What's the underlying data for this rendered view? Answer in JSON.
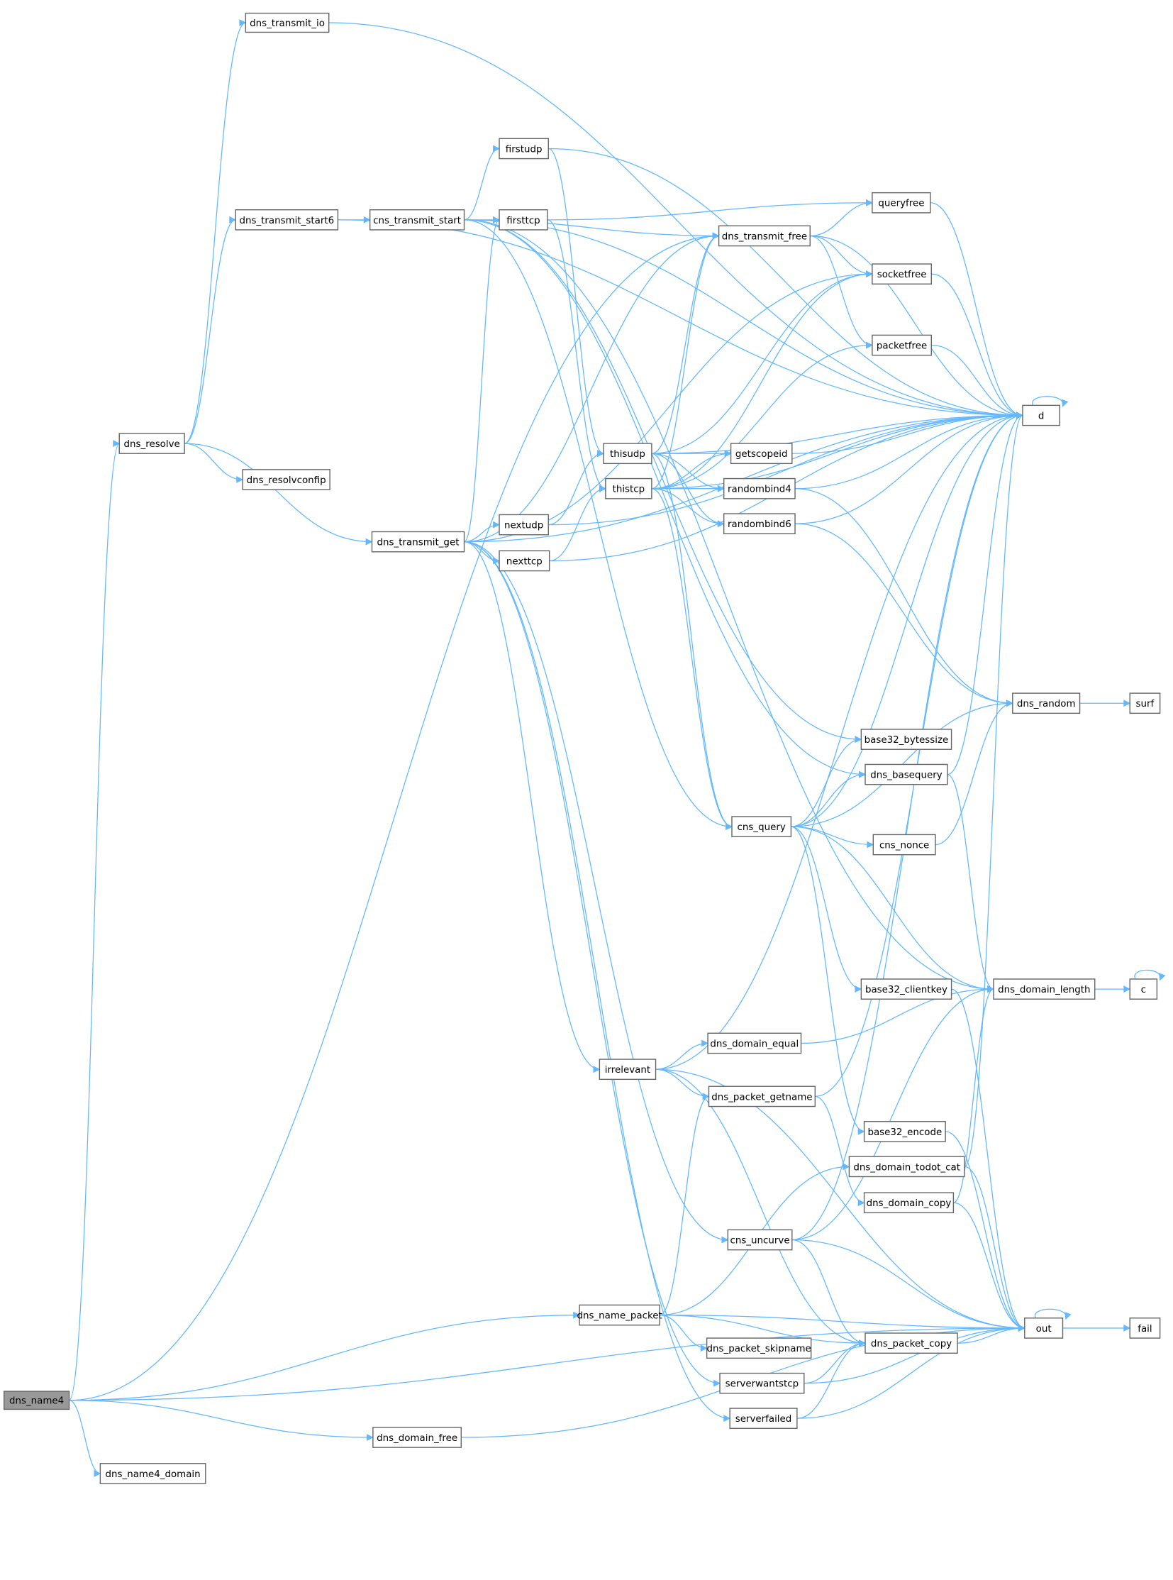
{
  "graph": {
    "title": "dns_name4 call graph",
    "root": "dns_name4",
    "colors": {
      "edge": "#63b8ff",
      "node_border": "#666666",
      "node_fill": "#ffffff",
      "root_fill": "#999999"
    },
    "nodes": [
      "dns_name4",
      "dns_resolve",
      "dns_transmit_io",
      "dns_transmit_start6",
      "cns_transmit_start",
      "firstudp",
      "firsttcp",
      "dns_transmit_free",
      "queryfree",
      "socketfree",
      "packetfree",
      "d",
      "dns_resolvconfip",
      "thisudp",
      "getscopeid",
      "thistcp",
      "randombind4",
      "randombind6",
      "dns_transmit_get",
      "nextudp",
      "nexttcp",
      "dns_random",
      "surf",
      "base32_bytessize",
      "dns_basequery",
      "cns_query",
      "cns_nonce",
      "base32_clientkey",
      "dns_domain_length",
      "c",
      "dns_domain_equal",
      "irrelevant",
      "dns_packet_getname",
      "base32_encode",
      "dns_domain_todot_cat",
      "dns_domain_copy",
      "cns_uncurve",
      "out",
      "fail",
      "dns_name_packet",
      "dns_packet_skipname",
      "dns_packet_copy",
      "serverwantstcp",
      "serverfailed",
      "dns_domain_free",
      "dns_name4_domain"
    ],
    "edges": [
      [
        "dns_name4",
        "dns_transmit_free"
      ],
      [
        "dns_name4",
        "dns_resolve"
      ],
      [
        "dns_name4",
        "dns_name_packet"
      ],
      [
        "dns_name4",
        "out"
      ],
      [
        "dns_name4",
        "dns_domain_free"
      ],
      [
        "dns_name4",
        "dns_name4_domain"
      ],
      [
        "dns_resolve",
        "dns_transmit_io"
      ],
      [
        "dns_resolve",
        "dns_transmit_start6"
      ],
      [
        "dns_resolve",
        "dns_resolvconfip"
      ],
      [
        "dns_resolve",
        "dns_transmit_get"
      ],
      [
        "dns_transmit_io",
        "d"
      ],
      [
        "dns_transmit_start6",
        "d"
      ],
      [
        "dns_transmit_start6",
        "cns_transmit_start"
      ],
      [
        "cns_transmit_start",
        "d"
      ],
      [
        "cns_transmit_start",
        "firstudp"
      ],
      [
        "cns_transmit_start",
        "firsttcp"
      ],
      [
        "cns_transmit_start",
        "dns_transmit_free"
      ],
      [
        "cns_transmit_start",
        "base32_bytessize"
      ],
      [
        "cns_transmit_start",
        "dns_basequery"
      ],
      [
        "cns_transmit_start",
        "cns_query"
      ],
      [
        "cns_transmit_start",
        "dns_domain_length"
      ],
      [
        "firstudp",
        "d"
      ],
      [
        "firstudp",
        "thisudp"
      ],
      [
        "firsttcp",
        "queryfree"
      ],
      [
        "firsttcp",
        "thistcp"
      ],
      [
        "dns_transmit_get",
        "firsttcp"
      ],
      [
        "dns_transmit_get",
        "dns_transmit_free"
      ],
      [
        "dns_transmit_get",
        "socketfree"
      ],
      [
        "dns_transmit_get",
        "nextudp"
      ],
      [
        "dns_transmit_get",
        "nexttcp"
      ],
      [
        "dns_transmit_get",
        "d"
      ],
      [
        "dns_transmit_get",
        "irrelevant"
      ],
      [
        "dns_transmit_get",
        "cns_uncurve"
      ],
      [
        "dns_transmit_get",
        "serverwantstcp"
      ],
      [
        "dns_transmit_get",
        "serverfailed"
      ],
      [
        "dns_transmit_free",
        "queryfree"
      ],
      [
        "dns_transmit_free",
        "socketfree"
      ],
      [
        "dns_transmit_free",
        "packetfree"
      ],
      [
        "dns_transmit_free",
        "d"
      ],
      [
        "queryfree",
        "d"
      ],
      [
        "socketfree",
        "d"
      ],
      [
        "packetfree",
        "d"
      ],
      [
        "thisudp",
        "dns_transmit_free"
      ],
      [
        "thisudp",
        "socketfree"
      ],
      [
        "thisudp",
        "d"
      ],
      [
        "thisudp",
        "getscopeid"
      ],
      [
        "thisudp",
        "randombind4"
      ],
      [
        "thisudp",
        "randombind6"
      ],
      [
        "thisudp",
        "cns_query"
      ],
      [
        "thistcp",
        "dns_transmit_free"
      ],
      [
        "thistcp",
        "socketfree"
      ],
      [
        "thistcp",
        "packetfree"
      ],
      [
        "thistcp",
        "d"
      ],
      [
        "thistcp",
        "getscopeid"
      ],
      [
        "thistcp",
        "randombind4"
      ],
      [
        "thistcp",
        "randombind6"
      ],
      [
        "thistcp",
        "cns_query"
      ],
      [
        "getscopeid",
        "d"
      ],
      [
        "randombind4",
        "d"
      ],
      [
        "randombind4",
        "dns_random"
      ],
      [
        "randombind6",
        "d"
      ],
      [
        "randombind6",
        "dns_random"
      ],
      [
        "nextudp",
        "thisudp"
      ],
      [
        "nextudp",
        "d"
      ],
      [
        "nexttcp",
        "thistcp"
      ],
      [
        "nexttcp",
        "d"
      ],
      [
        "dns_random",
        "surf"
      ],
      [
        "d",
        "d"
      ],
      [
        "cns_query",
        "base32_bytessize"
      ],
      [
        "cns_query",
        "dns_basequery"
      ],
      [
        "cns_query",
        "d"
      ],
      [
        "cns_query",
        "cns_nonce"
      ],
      [
        "cns_query",
        "dns_random"
      ],
      [
        "cns_query",
        "base32_clientkey"
      ],
      [
        "cns_query",
        "dns_domain_length"
      ],
      [
        "cns_query",
        "base32_encode"
      ],
      [
        "dns_basequery",
        "d"
      ],
      [
        "dns_basequery",
        "dns_domain_length"
      ],
      [
        "cns_nonce",
        "dns_random"
      ],
      [
        "base32_clientkey",
        "out"
      ],
      [
        "dns_domain_length",
        "c"
      ],
      [
        "c",
        "c"
      ],
      [
        "irrelevant",
        "d"
      ],
      [
        "irrelevant",
        "dns_domain_equal"
      ],
      [
        "irrelevant",
        "dns_packet_getname"
      ],
      [
        "irrelevant",
        "out"
      ],
      [
        "irrelevant",
        "dns_packet_copy"
      ],
      [
        "dns_domain_equal",
        "dns_domain_length"
      ],
      [
        "dns_packet_getname",
        "d"
      ],
      [
        "dns_packet_getname",
        "dns_domain_copy"
      ],
      [
        "base32_encode",
        "out"
      ],
      [
        "dns_domain_todot_cat",
        "d"
      ],
      [
        "dns_domain_todot_cat",
        "out"
      ],
      [
        "dns_domain_copy",
        "dns_domain_length"
      ],
      [
        "dns_domain_copy",
        "out"
      ],
      [
        "cns_uncurve",
        "d"
      ],
      [
        "cns_uncurve",
        "dns_domain_length"
      ],
      [
        "cns_uncurve",
        "out"
      ],
      [
        "cns_uncurve",
        "dns_packet_copy"
      ],
      [
        "dns_name_packet",
        "dns_packet_getname"
      ],
      [
        "dns_name_packet",
        "dns_domain_todot_cat"
      ],
      [
        "dns_name_packet",
        "dns_packet_copy"
      ],
      [
        "dns_name_packet",
        "dns_packet_skipname"
      ],
      [
        "dns_name_packet",
        "out"
      ],
      [
        "dns_packet_copy",
        "out"
      ],
      [
        "serverwantstcp",
        "dns_packet_copy"
      ],
      [
        "serverwantstcp",
        "out"
      ],
      [
        "serverfailed",
        "dns_packet_copy"
      ],
      [
        "serverfailed",
        "out"
      ],
      [
        "out",
        "out"
      ],
      [
        "out",
        "fail"
      ],
      [
        "dns_domain_free",
        "out"
      ]
    ]
  }
}
